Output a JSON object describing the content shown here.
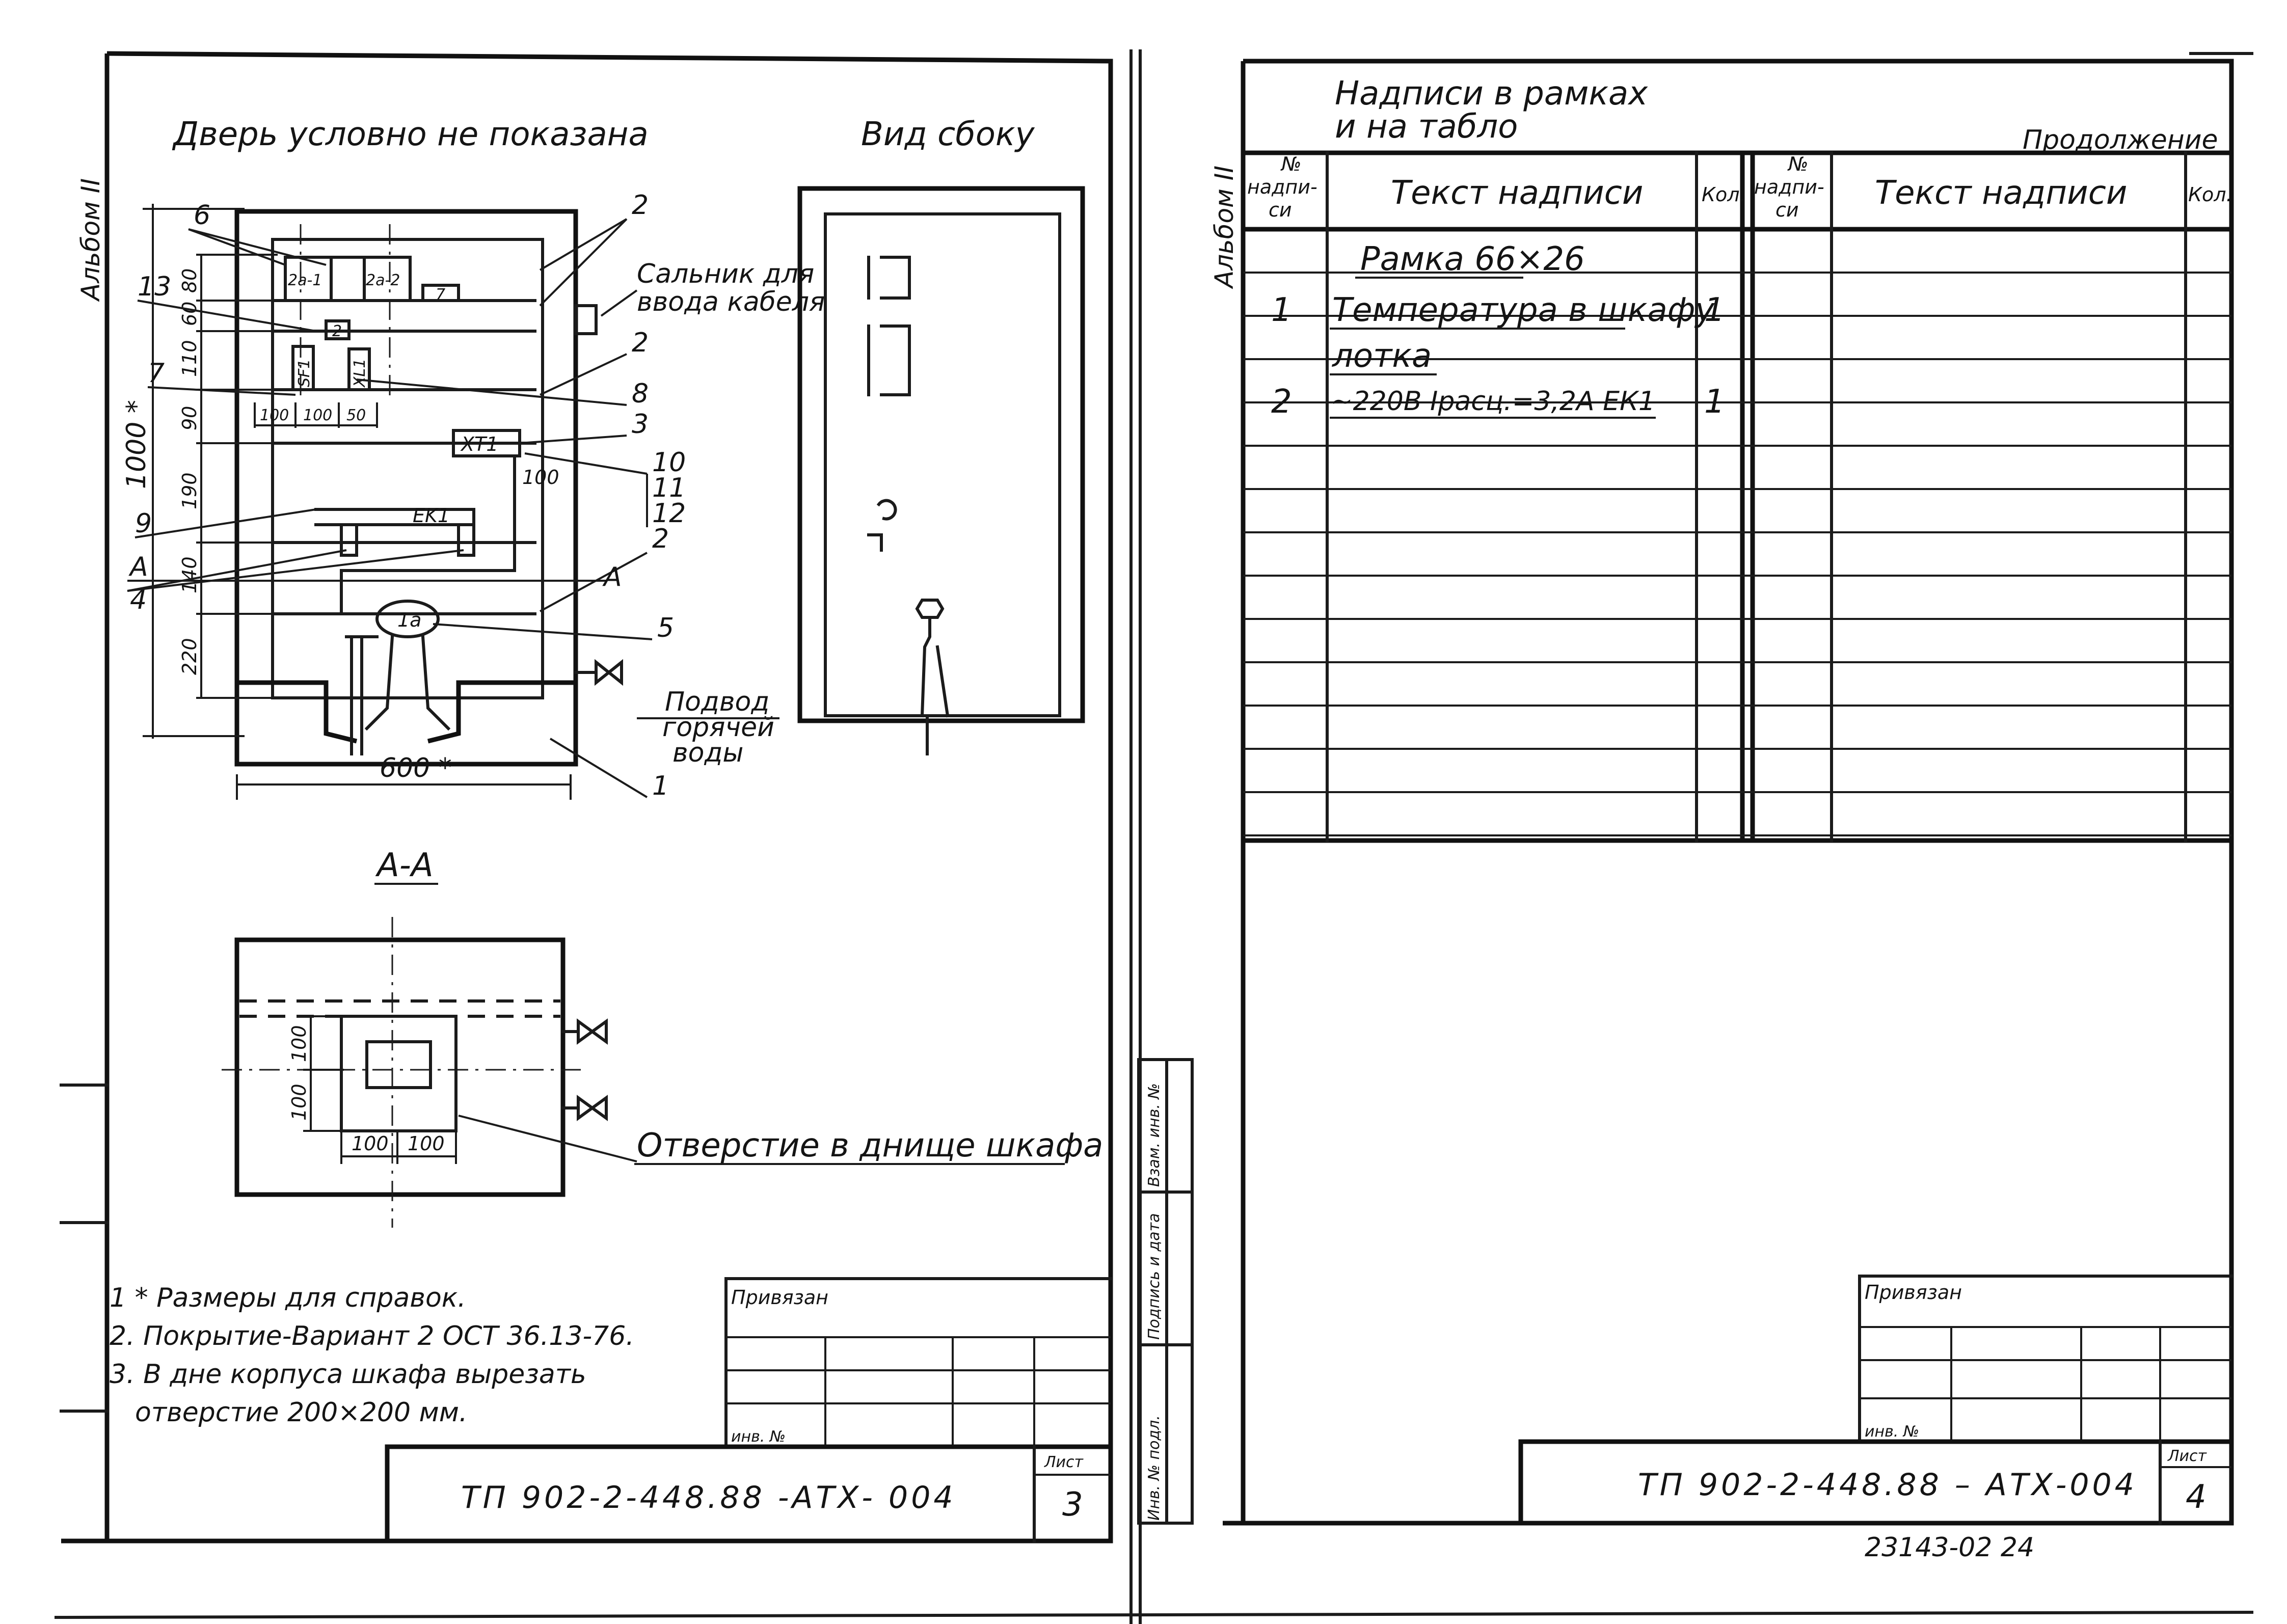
{
  "left_sheet": {
    "album_label": "Альбом II",
    "title": "Дверь условно не показана",
    "side_view_title": "Вид сбоку",
    "gland_label_1": "Сальник для",
    "gland_label_2": "ввода кабеля",
    "hot_water_1": "Подвод",
    "hot_water_2": "горячей",
    "hot_water_3": "воды",
    "section_label": "А-А",
    "bottom_hole_label": "Отверстие в днище шкафа",
    "device_labels": {
      "d1": "2а-1",
      "d2": "2а-2",
      "d3": "7",
      "d4": "2",
      "sf": "SF1",
      "xl": "XL1",
      "xt": "XT1",
      "ek": "EK1",
      "valve": "1а"
    },
    "dimensions": {
      "height_total": "1000 *",
      "width_total": "600 *",
      "v80": "80",
      "v60": "60",
      "v110": "110",
      "v90": "90",
      "v190": "190",
      "v140": "140",
      "v220": "220",
      "h100a": "100",
      "h100b": "100",
      "h50": "50",
      "d100": "100",
      "sec_v100a": "100",
      "sec_v100b": "100",
      "sec_h100a": "100",
      "sec_h100b": "100"
    },
    "callouts": {
      "c6": "6",
      "c13": "13",
      "c7": "7",
      "c9": "9",
      "cA": "А",
      "c4": "4",
      "c2a": "2",
      "c2b": "2",
      "c8": "8",
      "c3": "3",
      "c10": "10",
      "c11": "11",
      "c12": "12",
      "c2c": "2",
      "cA2": "А",
      "c5": "5",
      "c1": "1"
    },
    "notes": [
      "1 * Размеры для справок.",
      "2. Покрытие-Вариант 2 ОСТ 36.13-76.",
      "3. В дне корпуса шкафа вырезать",
      "отверстие 200×200 мм."
    ],
    "stamp": {
      "tied_label": "Привязан",
      "inv_label": "инв. №",
      "sheet_label": "Лист",
      "sheet_number": "3",
      "doc_code": "ТП 902-2-448.88 -АТХ- 004"
    }
  },
  "right_sheet": {
    "album_label": "Альбом II",
    "title_1": "Надписи в рамках",
    "title_2": "и на табло",
    "continuation": "Продолжение",
    "table_headers": {
      "num_1": "№",
      "num_2": "надпи-",
      "num_3": "си",
      "text": "Текст надписи",
      "qty": "Кол."
    },
    "rows": [
      {
        "num": "",
        "text": "Рамка 66×26",
        "qty": ""
      },
      {
        "num": "1",
        "text": "Температура в шкафу",
        "qty": "1"
      },
      {
        "num": "",
        "text": "лотка",
        "qty": ""
      },
      {
        "num": "2",
        "text": "~220В Iрасц.=3,2А ЕК1",
        "qty": "1"
      }
    ],
    "side_stamp_labels": [
      "Инв. № подл.",
      "Подпись и дата",
      "Взам. инв. №"
    ],
    "stamp": {
      "tied_label": "Привязан",
      "inv_label": "инв. №",
      "sheet_label": "Лист",
      "sheet_number": "4",
      "doc_code": "ТП 902-2-448.88 – АТХ-004"
    },
    "archive_number": "23143-02 24"
  }
}
